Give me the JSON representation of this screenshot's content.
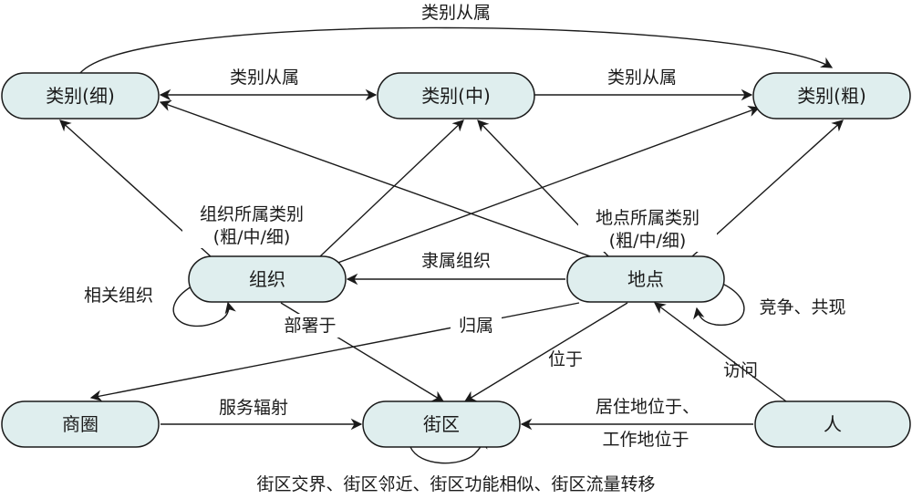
{
  "nodes": {
    "cat_fine": "类别(细)",
    "cat_mid": "类别(中)",
    "cat_coarse": "类别(粗)",
    "org": "组织",
    "place": "地点",
    "district": "商圈",
    "block": "街区",
    "person": "人"
  },
  "edges": {
    "top_arc": "类别从属",
    "fine_mid": "类别从属",
    "mid_coarse": "类别从属",
    "org_cat_line1": "组织所属类别",
    "org_cat_line2": "(粗/中/细)",
    "place_cat_line1": "地点所属类别",
    "place_cat_line2": "(粗/中/细)",
    "place_org": "隶属组织",
    "org_self": "相关组织",
    "place_self": "竞争、共现",
    "org_block": "部署于",
    "place_district": "归属",
    "place_block": "位于",
    "person_place": "访问",
    "person_block_line1": "居住地位于、",
    "person_block_line2": "工作地位于",
    "district_block": "服务辐射",
    "block_self": "街区交界、街区邻近、街区功能相似、街区流量转移"
  }
}
